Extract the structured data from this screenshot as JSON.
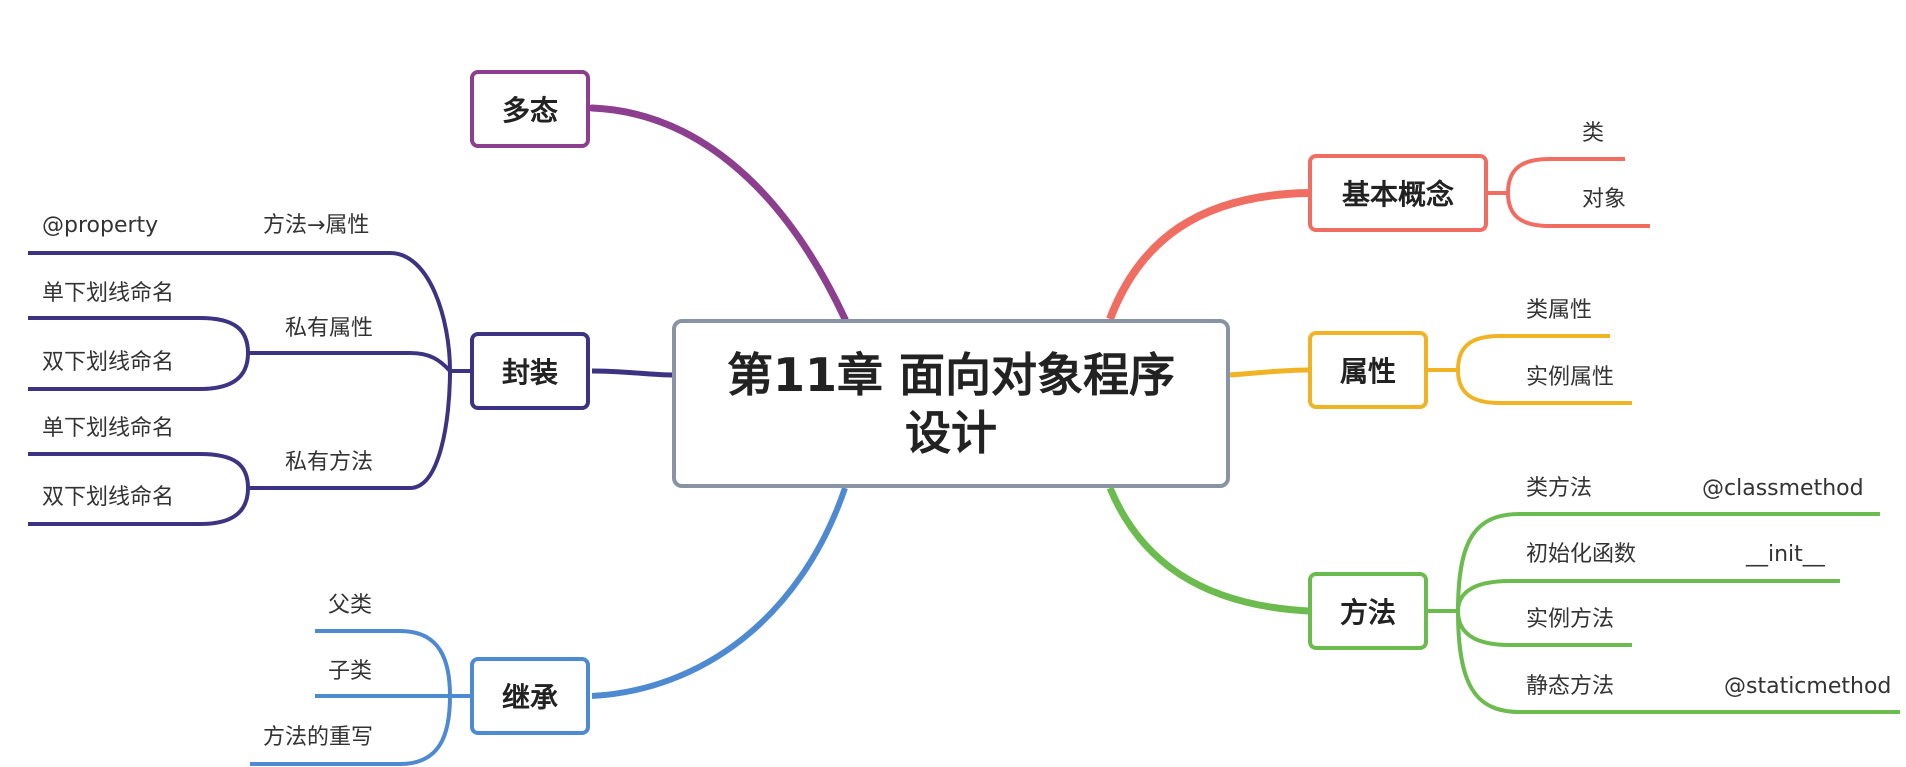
{
  "root": {
    "title": "第11章 面向对象程序设计"
  },
  "branches": {
    "duotai": {
      "title": "多态",
      "color": "#8b3f8e"
    },
    "fengzhuang": {
      "title": "封装",
      "color": "#3c3483",
      "property": {
        "label": "方法→属性",
        "child": "@property"
      },
      "private_attr": {
        "label": "私有属性",
        "children": [
          "单下划线命名",
          "双下划线命名"
        ]
      },
      "private_method": {
        "label": "私有方法",
        "children": [
          "单下划线命名",
          "双下划线命名"
        ]
      }
    },
    "jicheng": {
      "title": "继承",
      "color": "#4e8ad1",
      "children": [
        "父类",
        "子类",
        "方法的重写"
      ]
    },
    "jiben": {
      "title": "基本概念",
      "color": "#ef6e61",
      "children": [
        "类",
        "对象"
      ]
    },
    "shuxing": {
      "title": "属性",
      "color": "#f0b323",
      "children": [
        "类属性",
        "实例属性"
      ]
    },
    "fangfa": {
      "title": "方法",
      "color": "#6cbb4e",
      "children": [
        {
          "label": "类方法",
          "child": "@classmethod"
        },
        {
          "label": "初始化函数",
          "child": "__init__"
        },
        {
          "label": "实例方法"
        },
        {
          "label": "静态方法",
          "child": "@staticmethod"
        }
      ]
    }
  }
}
